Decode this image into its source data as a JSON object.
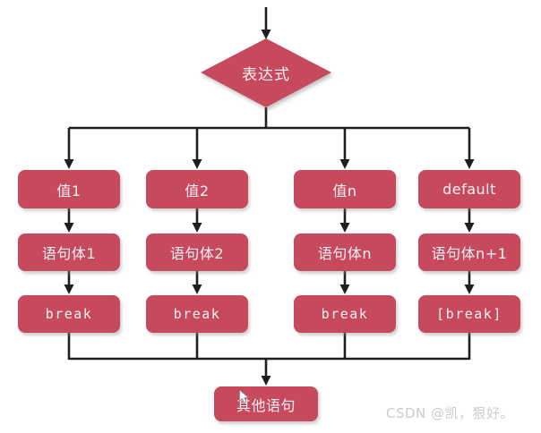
{
  "diagram": {
    "start_node": {
      "label": "表达式"
    },
    "columns": [
      {
        "value_label": "值1",
        "body_label": "语句体1",
        "break_label": "break"
      },
      {
        "value_label": "值2",
        "body_label": "语句体2",
        "break_label": "break"
      },
      {
        "value_label": "值n",
        "body_label": "语句体n",
        "break_label": "break"
      },
      {
        "value_label": "default",
        "body_label": "语句体n+1",
        "break_label": "[break]"
      }
    ],
    "end_node": {
      "label": "其他语句"
    }
  },
  "watermark": {
    "text": "CSDN @凯，狠好。"
  },
  "icons": {
    "cursor": "mouse-cursor-icon"
  },
  "colors": {
    "node_fill": "#c6495e",
    "node_text": "#f8f1f2",
    "connector": "#1f1f1f",
    "watermark_text": "#cccccc",
    "background": "#ffffff"
  }
}
